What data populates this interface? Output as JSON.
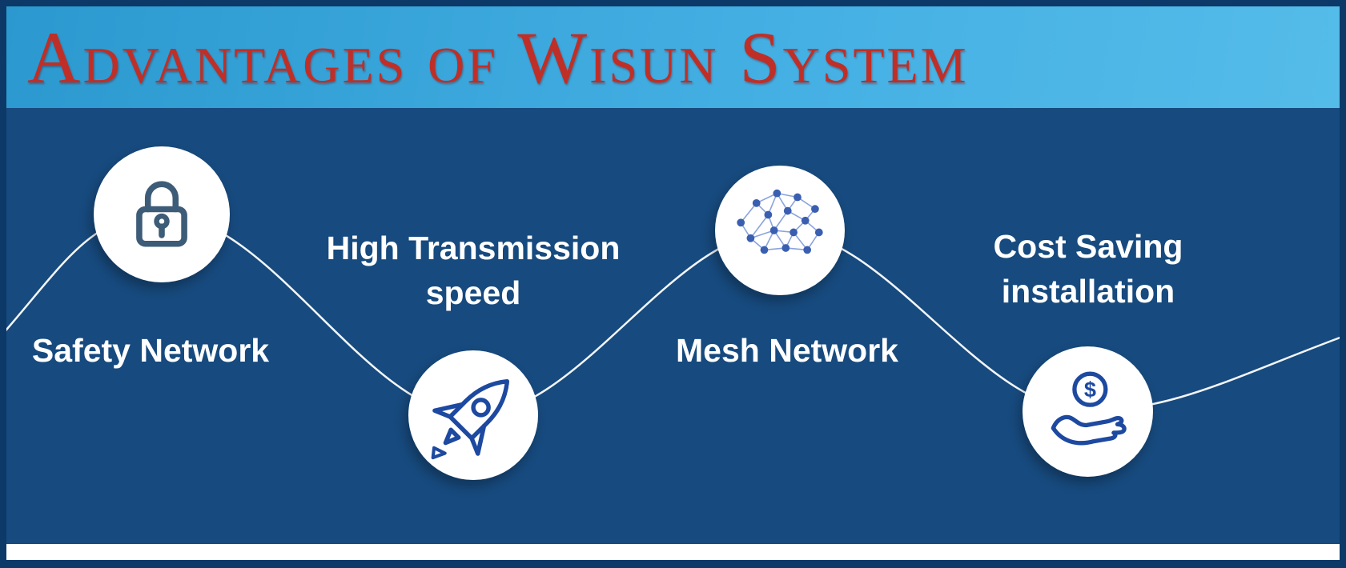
{
  "title": "Advantages of Wisun System",
  "items": [
    {
      "label": "Safety Network",
      "icon": "lock-icon"
    },
    {
      "label_line1": "High Transmission",
      "label_line2": "speed",
      "icon": "rocket-icon"
    },
    {
      "label": "Mesh Network",
      "icon": "mesh-network-icon"
    },
    {
      "label_line1": "Cost Saving",
      "label_line2": "installation",
      "icon": "hand-coin-icon",
      "coin_symbol": "$"
    }
  ],
  "colors": {
    "header_bg_left": "#2b99cf",
    "header_bg_right": "#55bce9",
    "title_red": "#bf2f27",
    "body_bg": "#174a7e",
    "frame_navy": "#0c3968",
    "icon_outline_blue": "#1d49a0",
    "lock_outline": "#3d5c77",
    "mesh_node_blue": "#3a5fb0",
    "mesh_link_blue": "#8aa3dd",
    "wave_white": "#ffffff",
    "bottom_strip_white": "#ffffff"
  }
}
